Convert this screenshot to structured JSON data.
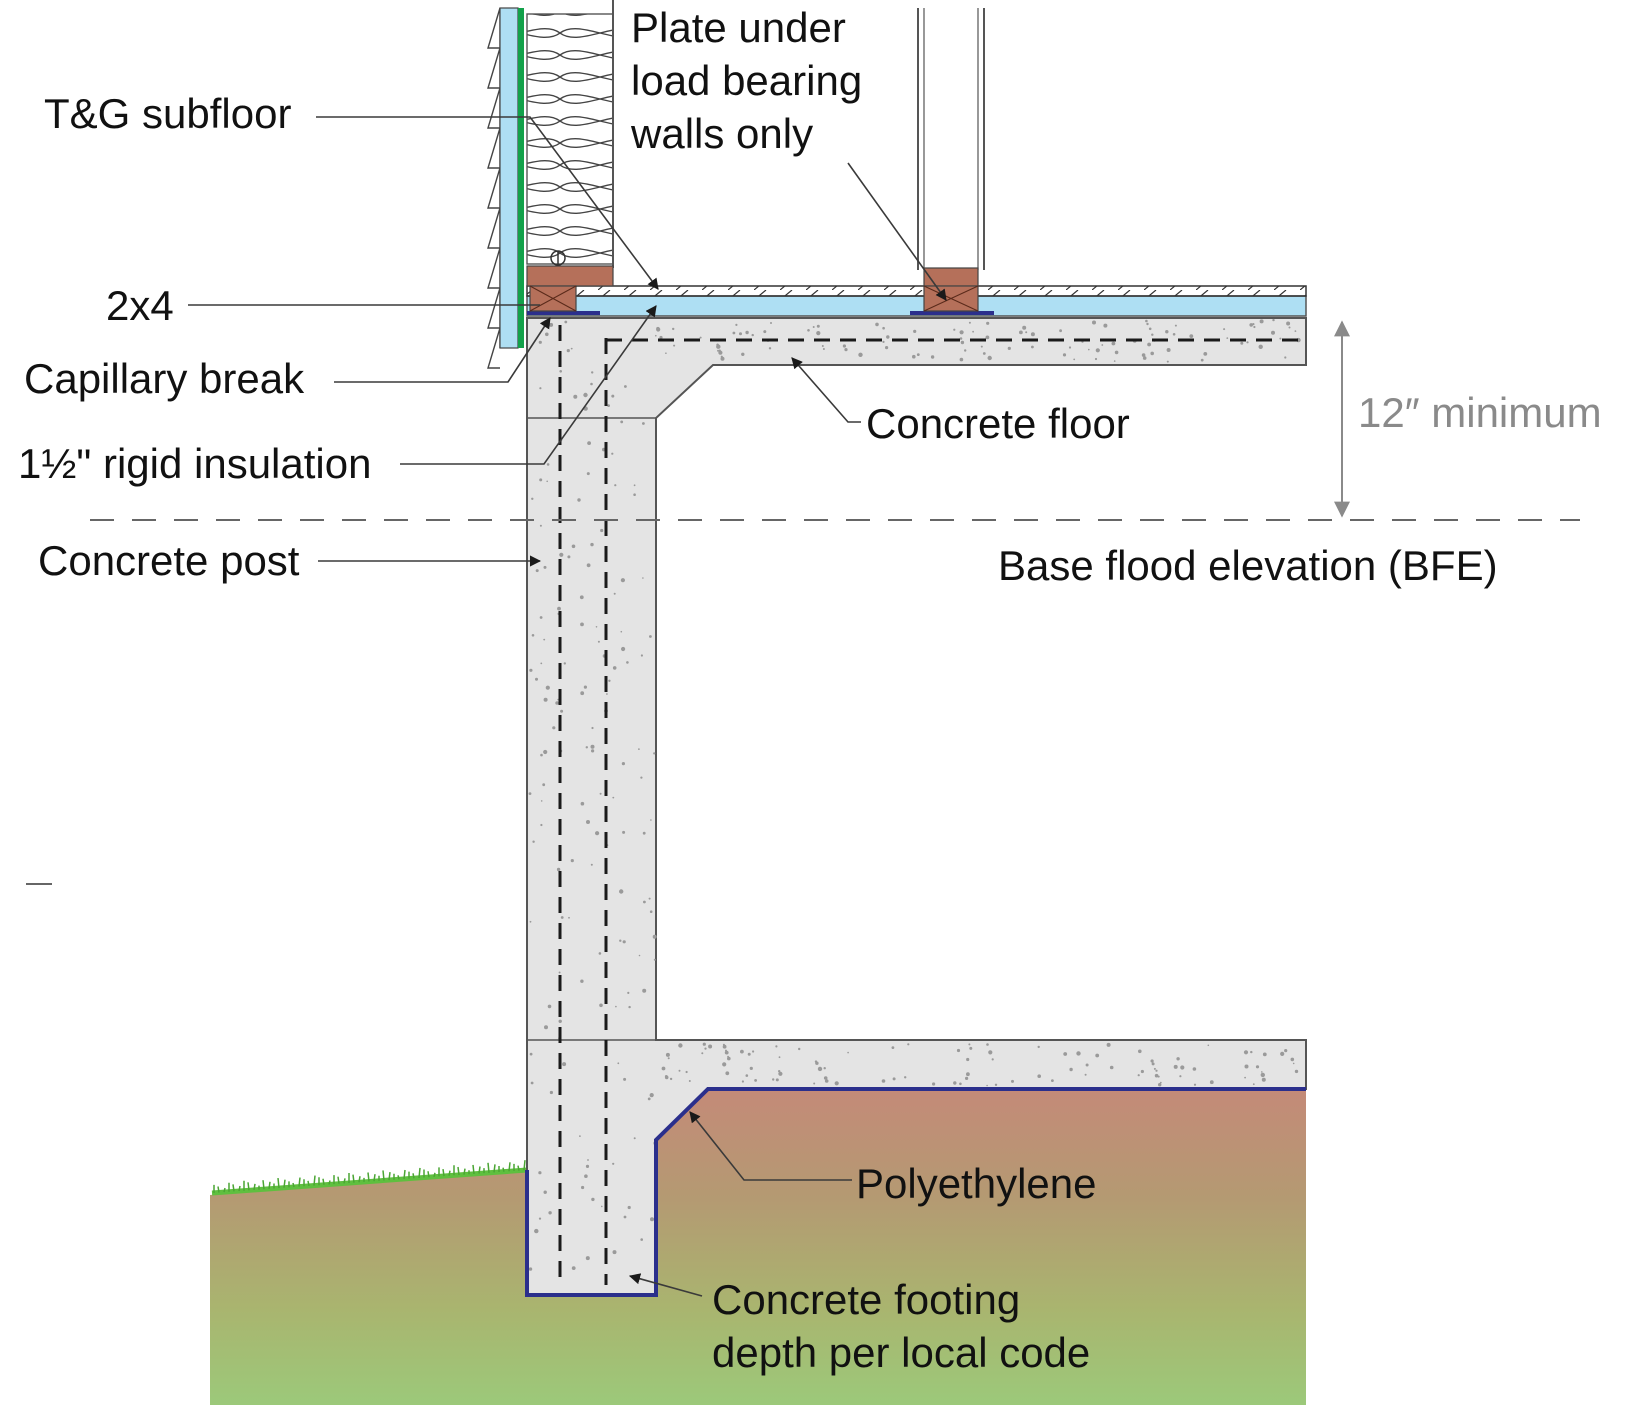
{
  "labels": {
    "tg_subfloor": "T&G subfloor",
    "plate_line1": "Plate under",
    "plate_line2": "load bearing",
    "plate_line3": "walls only",
    "two_by_four": "2x4",
    "capillary_break": "Capillary break",
    "rigid_insulation": "1½\" rigid insulation",
    "concrete_floor": "Concrete floor",
    "twelve_min": "12″ minimum",
    "concrete_post": "Concrete post",
    "bfe": "Base flood elevation (BFE)",
    "polyethylene": "Polyethylene",
    "footing_line1": "Concrete footing",
    "footing_line2": "depth per local code"
  },
  "colors": {
    "concrete": "#e4e4e4",
    "insulation": "#aedff3",
    "polyethylene": "#2b2f8c",
    "wood": "#b5705a",
    "siding_green": "#12a14a",
    "soil_top": "#c48a78",
    "soil_bottom": "#9cc97a",
    "grass": "#5fbf3f"
  }
}
